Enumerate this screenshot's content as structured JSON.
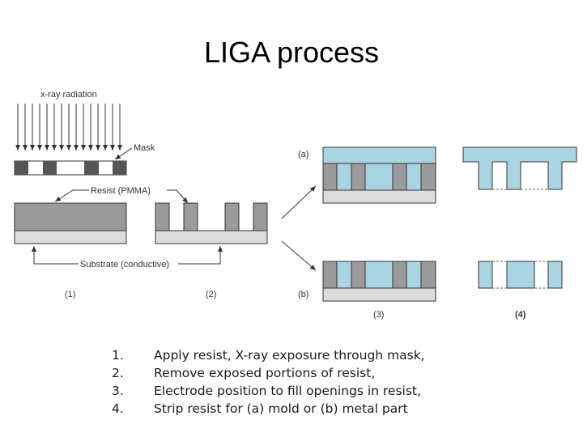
{
  "title": "LIGA process",
  "diagram": {
    "xray_label": "x-ray radiation",
    "mask_label": "Mask",
    "resist_label": "Resist (PMMA)",
    "substrate_label": "Substrate (conductive)",
    "stage_labels": [
      "(1)",
      "(2)",
      "(3)",
      "(4)"
    ],
    "option_labels": [
      "(a)",
      "(b)"
    ]
  },
  "colors": {
    "resist": "#9b9b9b",
    "substrate": "#dcdcdc",
    "metal": "#a9d4e1",
    "mask_dark": "#555555"
  },
  "steps": [
    {
      "number": "1.",
      "text": "Apply resist, X-ray exposure through mask,"
    },
    {
      "number": "2.",
      "text": "Remove exposed portions of resist,"
    },
    {
      "number": "3.",
      "text": "Electrode position to fill openings in resist,"
    },
    {
      "number": "4.",
      "text": "Strip resist for (a) mold or (b) metal part"
    }
  ]
}
